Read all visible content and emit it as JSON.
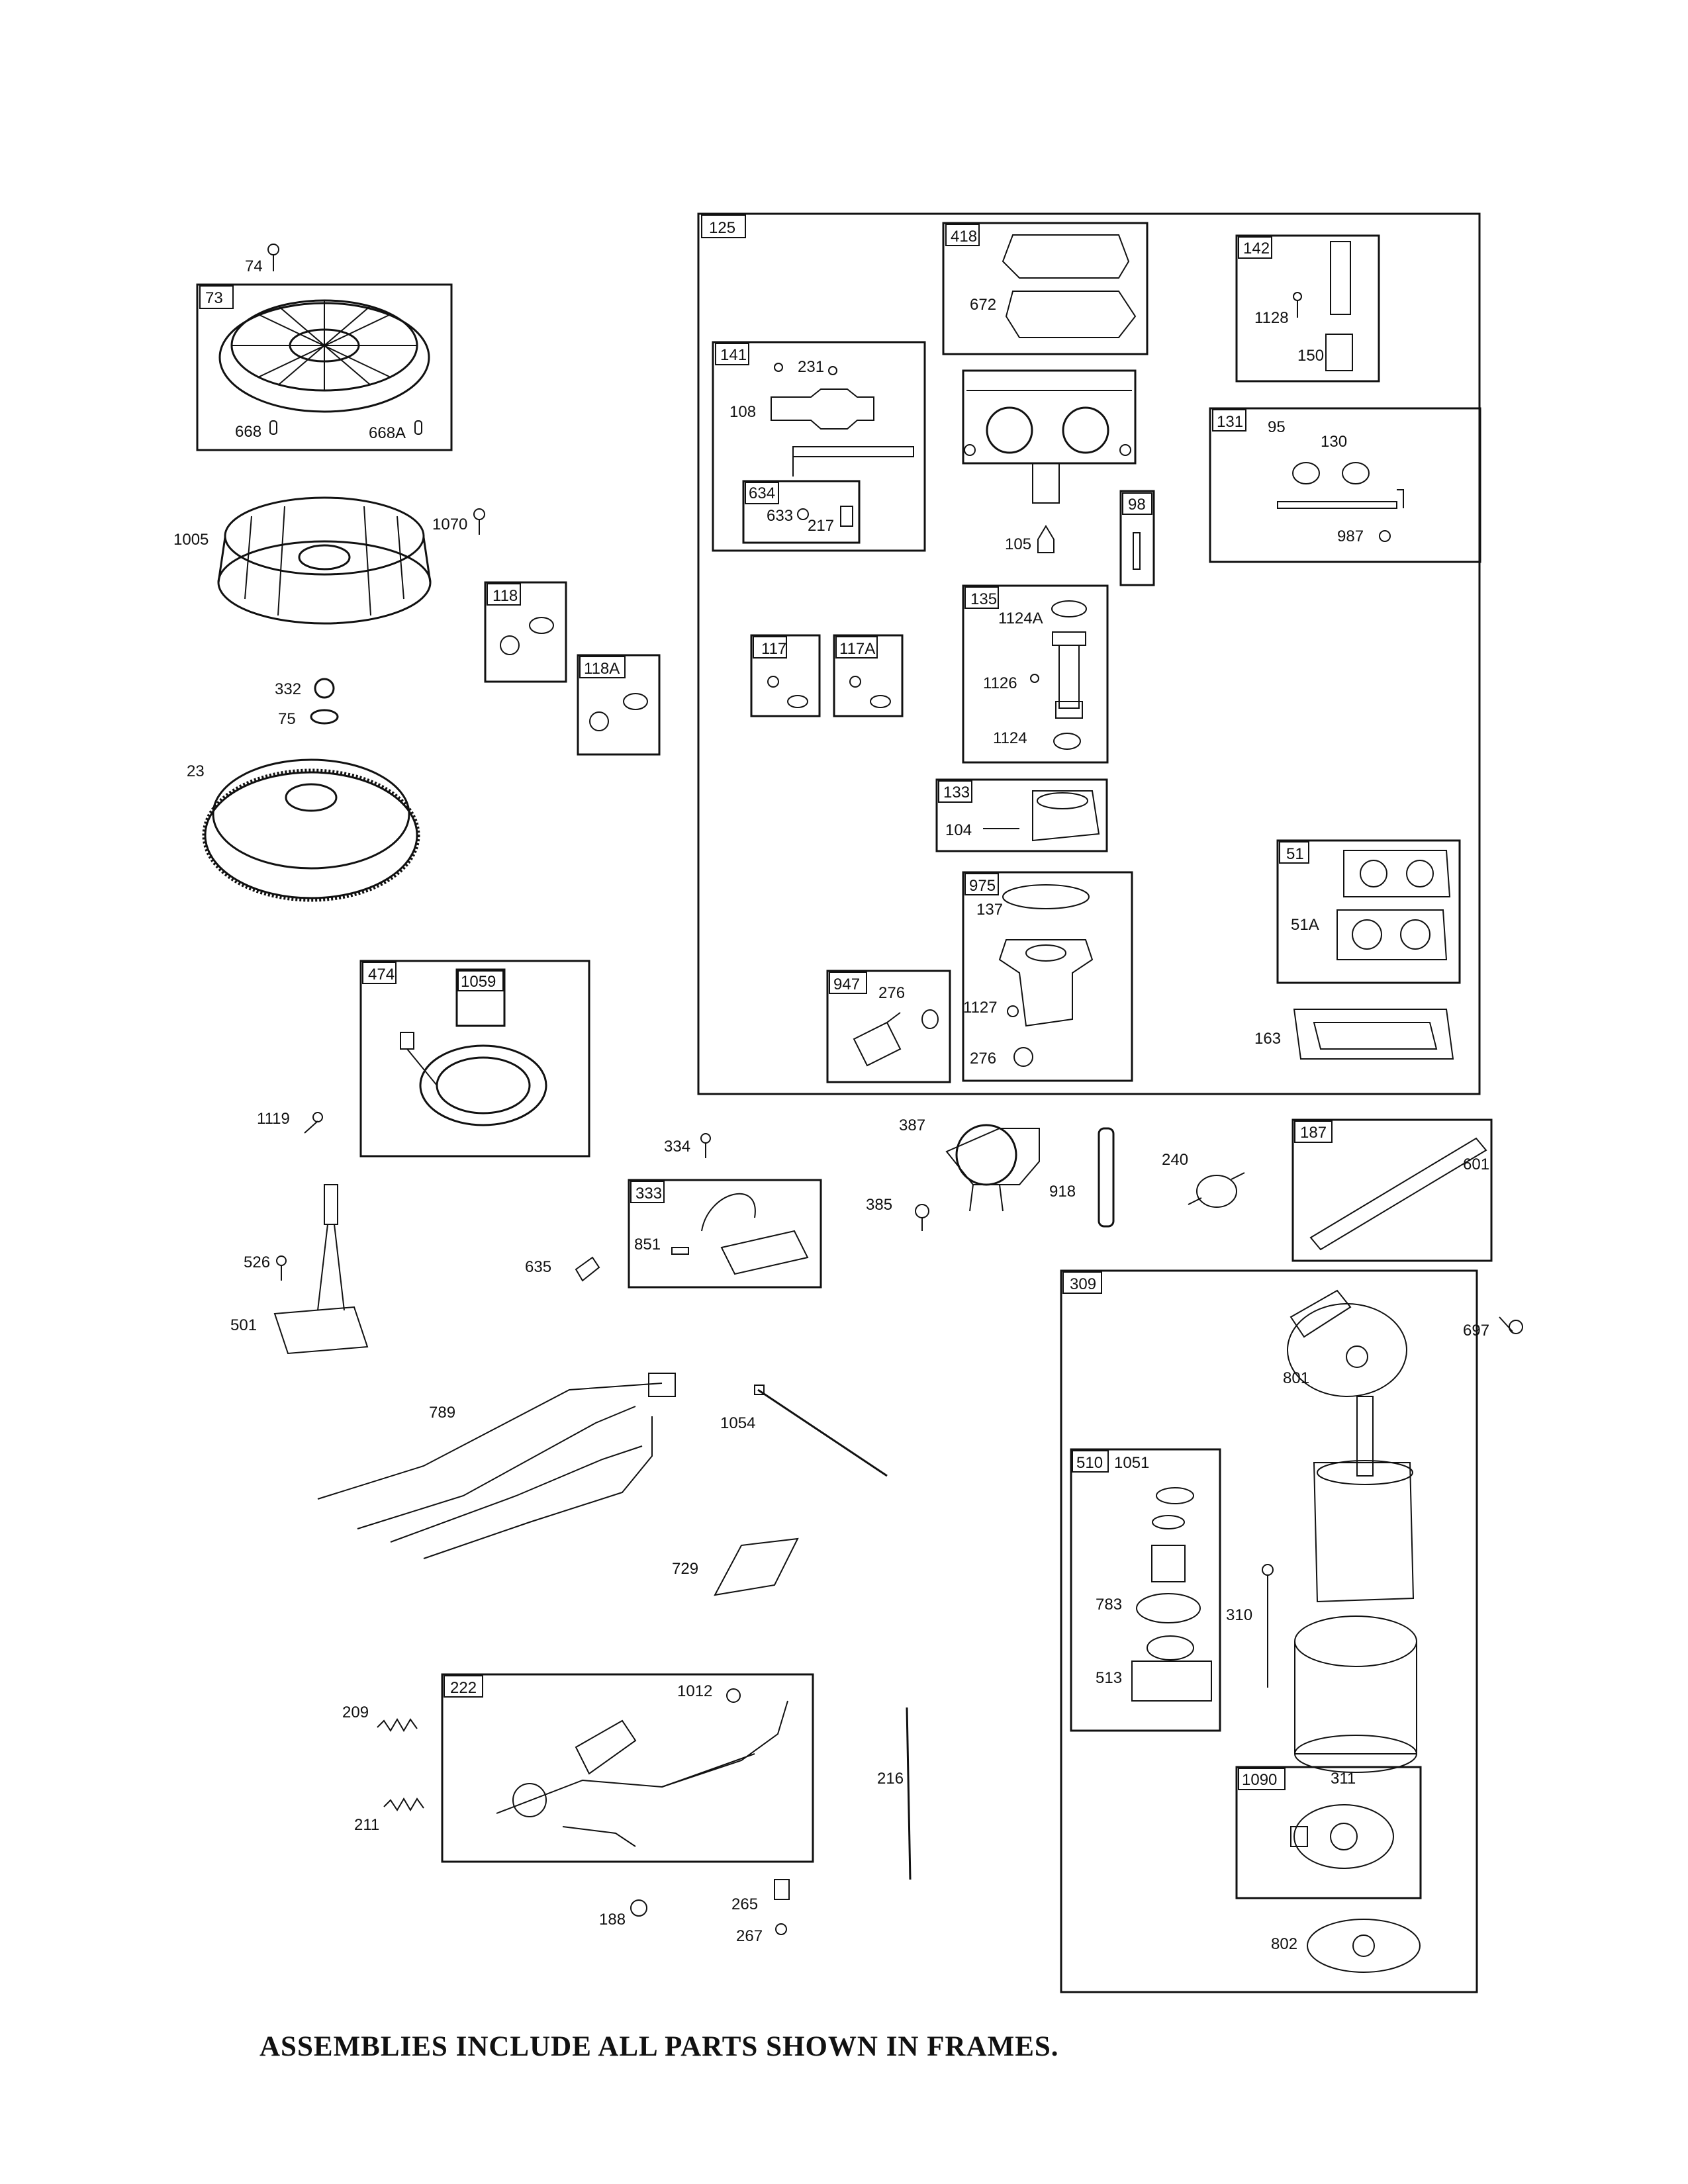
{
  "frames": [
    {
      "id": "125"
    },
    {
      "id": "73"
    },
    {
      "id": "141"
    },
    {
      "id": "634"
    },
    {
      "id": "418"
    },
    {
      "id": "142"
    },
    {
      "id": "131"
    },
    {
      "id": "98"
    },
    {
      "id": "118"
    },
    {
      "id": "118A"
    },
    {
      "id": "117"
    },
    {
      "id": "117A"
    },
    {
      "id": "135"
    },
    {
      "id": "133"
    },
    {
      "id": "51"
    },
    {
      "id": "975"
    },
    {
      "id": "947"
    },
    {
      "id": "474"
    },
    {
      "id": "1059"
    },
    {
      "id": "187"
    },
    {
      "id": "333"
    },
    {
      "id": "309"
    },
    {
      "id": "510"
    },
    {
      "id": "1090"
    },
    {
      "id": "222"
    }
  ],
  "labels": [
    "74",
    "668",
    "668A",
    "1005",
    "1070",
    "332",
    "75",
    "23",
    "231",
    "108",
    "633",
    "217",
    "672",
    "1128",
    "150",
    "95",
    "130",
    "987",
    "105",
    "1124A",
    "1126",
    "1124",
    "104",
    "137",
    "1127",
    "276",
    "276",
    "51A",
    "163",
    "1119",
    "334",
    "387",
    "385",
    "918",
    "240",
    "601",
    "851",
    "635",
    "526",
    "501",
    "697",
    "801",
    "1051",
    "783",
    "513",
    "310",
    "311",
    "802",
    "789",
    "1054",
    "729",
    "209",
    "211",
    "1012",
    "216",
    "188",
    "265",
    "267"
  ],
  "footer": "ASSEMBLIES INCLUDE ALL PARTS SHOWN IN FRAMES."
}
